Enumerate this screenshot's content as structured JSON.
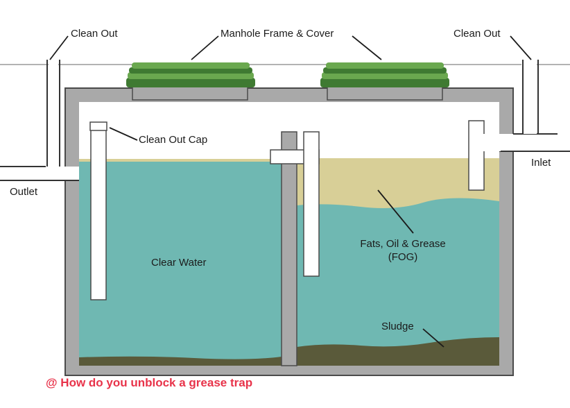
{
  "labels": {
    "clean_out_left": "Clean Out",
    "manhole": "Manhole Frame & Cover",
    "clean_out_right": "Clean Out",
    "clean_out_cap": "Clean Out Cap",
    "outlet": "Outlet",
    "inlet": "Inlet",
    "clear_water": "Clear Water",
    "fog_line1": "Fats, Oil & Grease",
    "fog_line2": "(FOG)",
    "sludge": "Sludge"
  },
  "caption": "@ How do you unblock a grease trap",
  "colors": {
    "tank_wall": "#a9a9a9",
    "wall_outline": "#4a4a4a",
    "water": "#6fb8b2",
    "grease": "#d8cf97",
    "sludge": "#5a5a3a",
    "cover_green": "#6aa84f",
    "cover_dark": "#3f7a32",
    "caption": "#e8334a"
  }
}
